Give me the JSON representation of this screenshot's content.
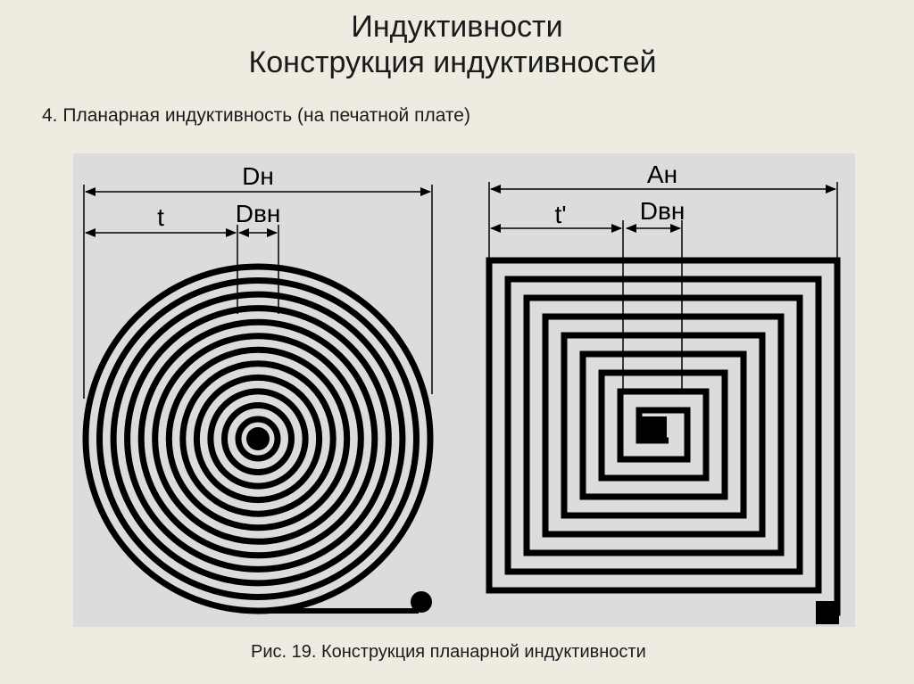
{
  "slide": {
    "title_line1": "Индуктивности",
    "title_line2": "Конструкция индуктивностей",
    "subtitle": "4. Планарная индуктивность (на печатной плате)",
    "caption": "Рис. 19. Конструкция планарной индуктивности"
  },
  "diagram": {
    "left_coil": {
      "outer_label": "Dн",
      "inner_label": "Dвн",
      "track_label": "t",
      "turns": 12
    },
    "right_coil": {
      "outer_label": "Aн",
      "inner_label": "Dвн",
      "track_label": "t'",
      "turns": 9
    },
    "colors": {
      "panel": "#dcdcdc",
      "ink": "#000000",
      "background": "#eeece1"
    }
  }
}
